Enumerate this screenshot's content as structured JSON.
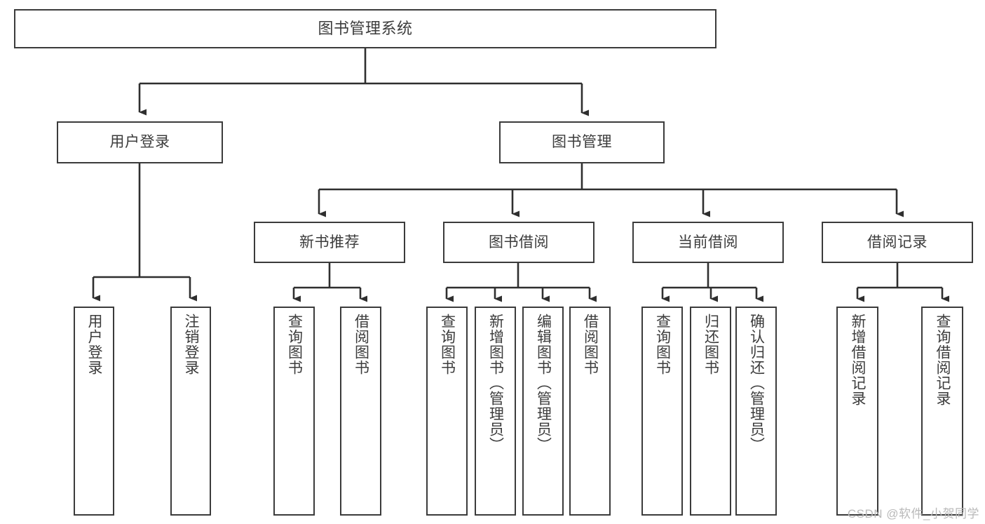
{
  "diagram": {
    "type": "tree-structure-chart",
    "title": "图书管理系统",
    "orientation": "top-down",
    "colors": {
      "box_border": "#3b3b3b",
      "box_fill": "#ffffff",
      "text": "#3c3c3c",
      "edge": "#2f2f2f",
      "watermark": "#b9b9b9",
      "background": "#ffffff"
    },
    "root": {
      "label": "图书管理系统"
    },
    "level1": [
      {
        "label": "用户登录"
      },
      {
        "label": "图书管理"
      }
    ],
    "level2": [
      {
        "label": "新书推荐"
      },
      {
        "label": "图书借阅"
      },
      {
        "label": "当前借阅"
      },
      {
        "label": "借阅记录"
      }
    ],
    "leaves": {
      "user_login": [
        {
          "label": "用户登录"
        },
        {
          "label": "注销登录"
        }
      ],
      "new_book_recommend": [
        {
          "label": "查询图书"
        },
        {
          "label": "借阅图书"
        }
      ],
      "book_borrow": [
        {
          "label": "查询图书"
        },
        {
          "label": "新增图书（管理员）"
        },
        {
          "label": "编辑图书（管理员）"
        },
        {
          "label": "借阅图书"
        }
      ],
      "current_borrow": [
        {
          "label": "查询图书"
        },
        {
          "label": "归还图书"
        },
        {
          "label": "确认归还（管理员）"
        }
      ],
      "borrow_record": [
        {
          "label": "新增借阅记录"
        },
        {
          "label": "查询借阅记录"
        }
      ]
    }
  },
  "watermark": {
    "text": "CSDN @软件_小贺同学"
  }
}
